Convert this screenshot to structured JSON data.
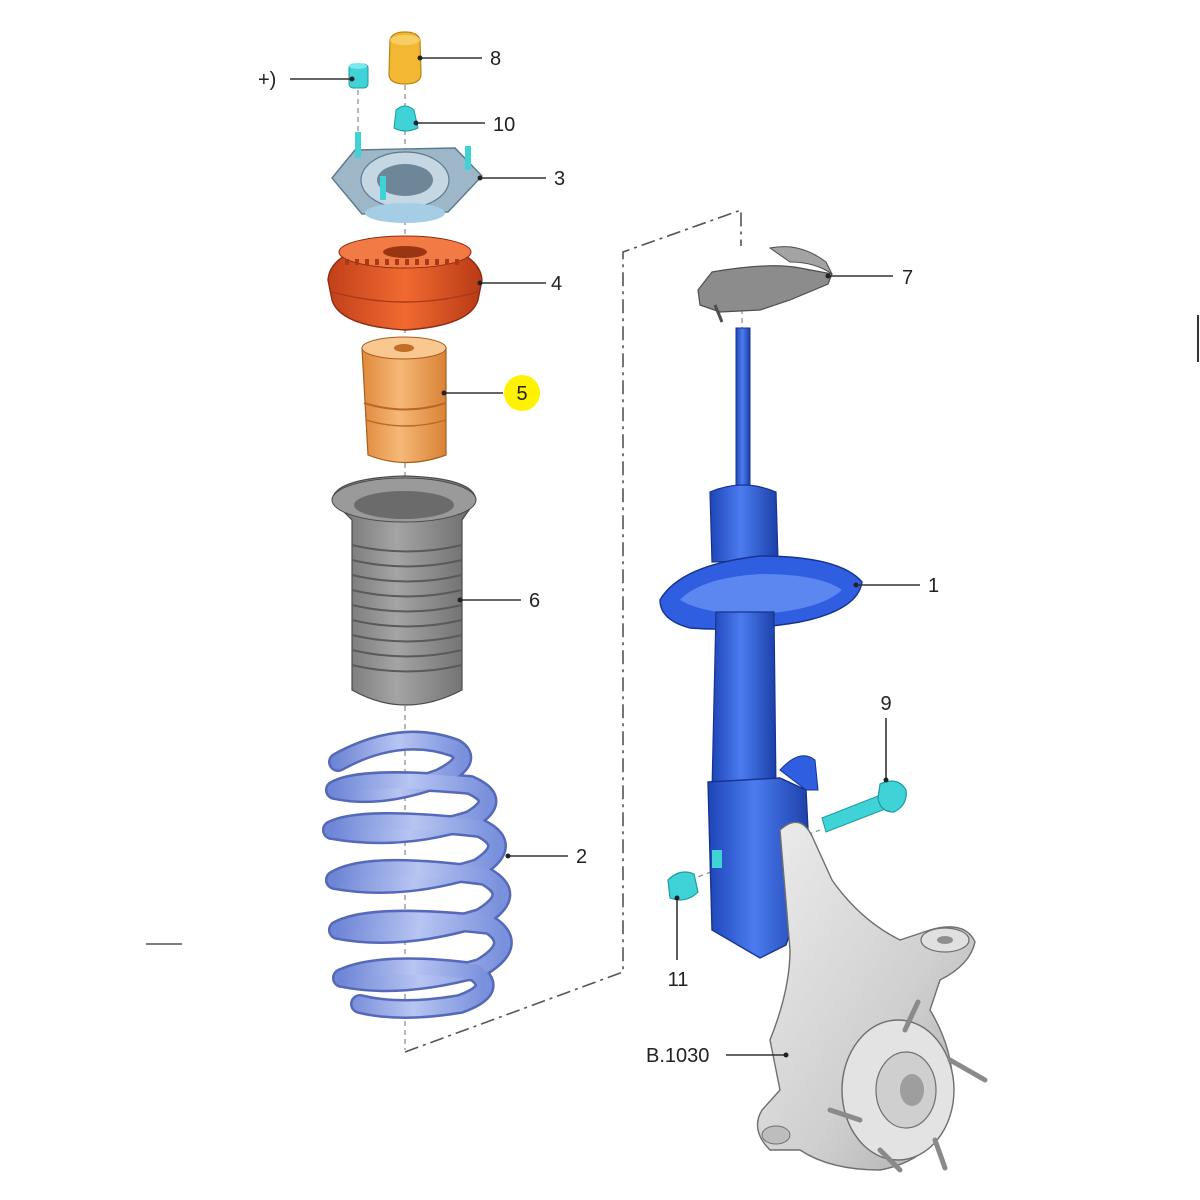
{
  "callouts": {
    "c8": "8",
    "c10": "10",
    "cplus": "+)",
    "c3": "3",
    "c4": "4",
    "c5": "5",
    "c6": "6",
    "c2": "2",
    "c7": "7",
    "c1": "1",
    "c9": "9",
    "c11": "11",
    "cknuckle": "B.1030"
  },
  "colors": {
    "highlight": "#FFF200",
    "strut": "#2F5FE0",
    "spring": "#8FA3E6",
    "mount_bearing": "#E0521E",
    "bump_stop": "#F0A25A",
    "dust_boot": "#8A8A8A",
    "fasteners": "#3FD3D8",
    "cap": "#F2B733",
    "top_mount": "#9DB7C9",
    "knuckle": "#D7D7D7",
    "spring_seat": "#8C8C8C"
  }
}
